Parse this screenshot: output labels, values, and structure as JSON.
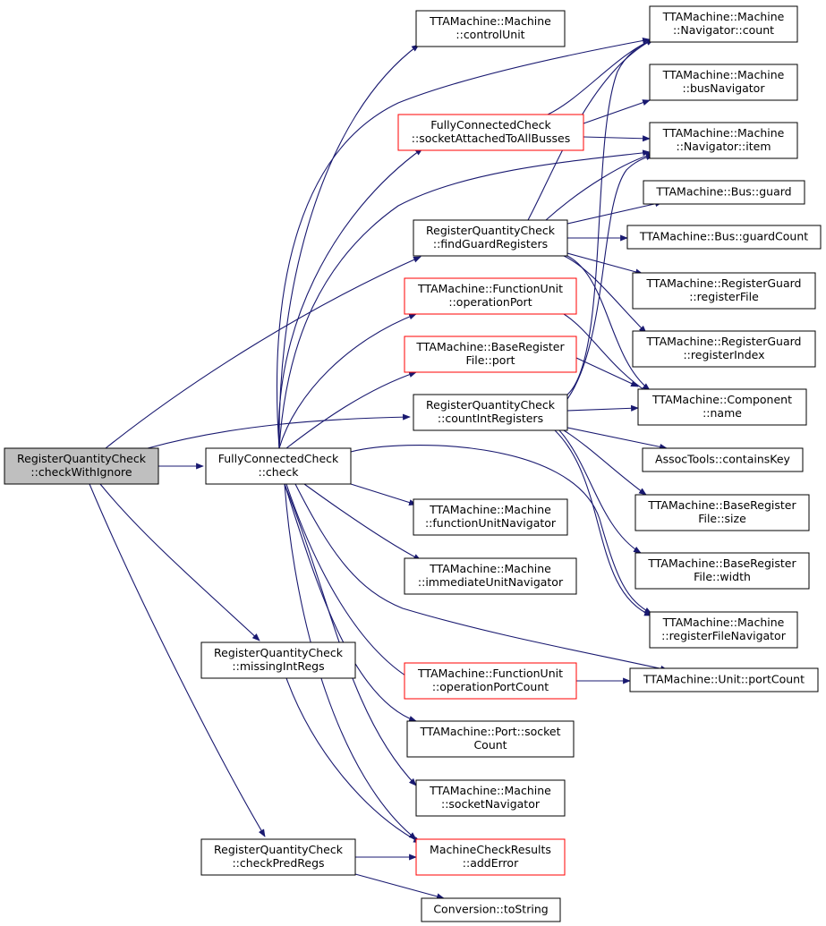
{
  "colors": {
    "edge": "#191970",
    "node_border": "#000000",
    "node_border_incomplete": "#ff0000",
    "node_fill": "#ffffff",
    "root_fill": "#bfbfbf",
    "text": "#000000"
  },
  "nodes": [
    {
      "id": "root",
      "lines": [
        "RegisterQuantityCheck",
        "::checkWithIgnore"
      ],
      "style": "root"
    },
    {
      "id": "fcc_check",
      "lines": [
        "FullyConnectedCheck",
        "::check"
      ],
      "style": "normal"
    },
    {
      "id": "rqc_missing",
      "lines": [
        "RegisterQuantityCheck",
        "::missingIntRegs"
      ],
      "style": "normal"
    },
    {
      "id": "rqc_pred",
      "lines": [
        "RegisterQuantityCheck",
        "::checkPredRegs"
      ],
      "style": "normal"
    },
    {
      "id": "m_control",
      "lines": [
        "TTAMachine::Machine",
        "::controlUnit"
      ],
      "style": "normal"
    },
    {
      "id": "fcc_socket",
      "lines": [
        "FullyConnectedCheck",
        "::socketAttachedToAllBusses"
      ],
      "style": "incomplete"
    },
    {
      "id": "rqc_find",
      "lines": [
        "RegisterQuantityCheck",
        "::findGuardRegisters"
      ],
      "style": "normal"
    },
    {
      "id": "fu_opport",
      "lines": [
        "TTAMachine::FunctionUnit",
        "::operationPort"
      ],
      "style": "incomplete"
    },
    {
      "id": "brf_port",
      "lines": [
        "TTAMachine::BaseRegister",
        "File::port"
      ],
      "style": "incomplete"
    },
    {
      "id": "rqc_count",
      "lines": [
        "RegisterQuantityCheck",
        "::countIntRegisters"
      ],
      "style": "normal"
    },
    {
      "id": "m_funav",
      "lines": [
        "TTAMachine::Machine",
        "::functionUnitNavigator"
      ],
      "style": "normal"
    },
    {
      "id": "m_imnav",
      "lines": [
        "TTAMachine::Machine",
        "::immediateUnitNavigator"
      ],
      "style": "normal"
    },
    {
      "id": "fu_opcount",
      "lines": [
        "TTAMachine::FunctionUnit",
        "::operationPortCount"
      ],
      "style": "incomplete"
    },
    {
      "id": "port_sock",
      "lines": [
        "TTAMachine::Port::socket",
        "Count"
      ],
      "style": "normal"
    },
    {
      "id": "m_socknav",
      "lines": [
        "TTAMachine::Machine",
        "::socketNavigator"
      ],
      "style": "normal"
    },
    {
      "id": "mcr_add",
      "lines": [
        "MachineCheckResults",
        "::addError"
      ],
      "style": "incomplete"
    },
    {
      "id": "conv",
      "lines": [
        "Conversion::toString"
      ],
      "style": "normal"
    },
    {
      "id": "nav_count",
      "lines": [
        "TTAMachine::Machine",
        "::Navigator::count"
      ],
      "style": "normal"
    },
    {
      "id": "m_busnav",
      "lines": [
        "TTAMachine::Machine",
        "::busNavigator"
      ],
      "style": "normal"
    },
    {
      "id": "nav_item",
      "lines": [
        "TTAMachine::Machine",
        "::Navigator::item"
      ],
      "style": "normal"
    },
    {
      "id": "bus_guard",
      "lines": [
        "TTAMachine::Bus::guard"
      ],
      "style": "normal"
    },
    {
      "id": "bus_gcount",
      "lines": [
        "TTAMachine::Bus::guardCount"
      ],
      "style": "normal"
    },
    {
      "id": "rg_rf",
      "lines": [
        "TTAMachine::RegisterGuard",
        "::registerFile"
      ],
      "style": "normal"
    },
    {
      "id": "rg_ri",
      "lines": [
        "TTAMachine::RegisterGuard",
        "::registerIndex"
      ],
      "style": "normal"
    },
    {
      "id": "comp_name",
      "lines": [
        "TTAMachine::Component",
        "::name"
      ],
      "style": "normal"
    },
    {
      "id": "assoc",
      "lines": [
        "AssocTools::containsKey"
      ],
      "style": "normal"
    },
    {
      "id": "brf_size",
      "lines": [
        "TTAMachine::BaseRegister",
        "File::size"
      ],
      "style": "normal"
    },
    {
      "id": "brf_width",
      "lines": [
        "TTAMachine::BaseRegister",
        "File::width"
      ],
      "style": "normal"
    },
    {
      "id": "m_rfnav",
      "lines": [
        "TTAMachine::Machine",
        "::registerFileNavigator"
      ],
      "style": "normal"
    },
    {
      "id": "unit_pc",
      "lines": [
        "TTAMachine::Unit::portCount"
      ],
      "style": "normal"
    }
  ],
  "edges": [
    [
      "root",
      "fcc_check"
    ],
    [
      "root",
      "rqc_find"
    ],
    [
      "root",
      "rqc_count"
    ],
    [
      "root",
      "rqc_missing"
    ],
    [
      "root",
      "rqc_pred"
    ],
    [
      "fcc_check",
      "m_control"
    ],
    [
      "fcc_check",
      "nav_count"
    ],
    [
      "fcc_check",
      "fcc_socket"
    ],
    [
      "fcc_check",
      "nav_item"
    ],
    [
      "fcc_check",
      "fu_opport"
    ],
    [
      "fcc_check",
      "brf_port"
    ],
    [
      "fcc_check",
      "m_funav"
    ],
    [
      "fcc_check",
      "m_imnav"
    ],
    [
      "fcc_check",
      "fu_opcount"
    ],
    [
      "fcc_check",
      "port_sock"
    ],
    [
      "fcc_check",
      "m_socknav"
    ],
    [
      "fcc_check",
      "mcr_add"
    ],
    [
      "fcc_check",
      "unit_pc"
    ],
    [
      "fcc_check",
      "m_rfnav"
    ],
    [
      "fcc_socket",
      "nav_count"
    ],
    [
      "fcc_socket",
      "m_busnav"
    ],
    [
      "fcc_socket",
      "nav_item"
    ],
    [
      "rqc_find",
      "nav_count"
    ],
    [
      "rqc_find",
      "nav_item"
    ],
    [
      "rqc_find",
      "bus_guard"
    ],
    [
      "rqc_find",
      "bus_gcount"
    ],
    [
      "rqc_find",
      "rg_rf"
    ],
    [
      "rqc_find",
      "rg_ri"
    ],
    [
      "rqc_find",
      "comp_name"
    ],
    [
      "fu_opport",
      "comp_name"
    ],
    [
      "brf_port",
      "comp_name"
    ],
    [
      "rqc_count",
      "nav_count"
    ],
    [
      "rqc_count",
      "nav_item"
    ],
    [
      "rqc_count",
      "comp_name"
    ],
    [
      "rqc_count",
      "assoc"
    ],
    [
      "rqc_count",
      "brf_size"
    ],
    [
      "rqc_count",
      "brf_width"
    ],
    [
      "rqc_count",
      "m_rfnav"
    ],
    [
      "fu_opcount",
      "unit_pc"
    ],
    [
      "rqc_missing",
      "mcr_add"
    ],
    [
      "rqc_pred",
      "mcr_add"
    ],
    [
      "rqc_pred",
      "conv"
    ]
  ]
}
